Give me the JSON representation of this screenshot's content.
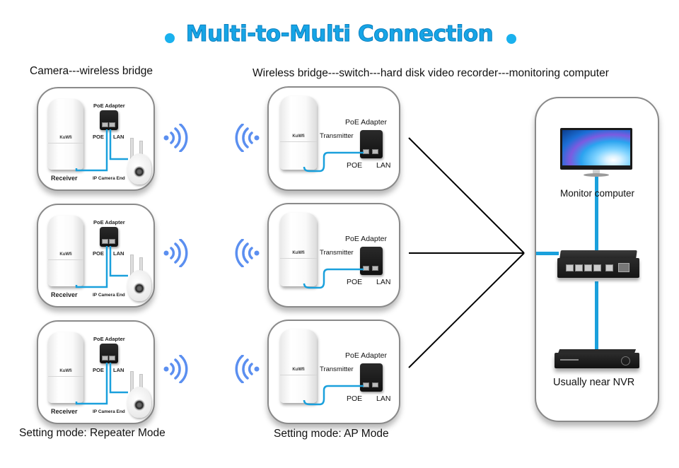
{
  "title": "Multi-to-Multi Connection",
  "colors": {
    "accent": "#16a5e6",
    "cable": "#1aa0dc",
    "wifi": "#5b8ff0",
    "line": "#000000"
  },
  "left_column": {
    "heading": "Camera---wireless bridge",
    "footer": "Setting mode: Repeater Mode",
    "panels": [
      {
        "adapter_label": "PoE Adapter",
        "poe_label": "POE",
        "lan_label": "LAN",
        "receiver_label": "Receiver",
        "camera_label": "IP Camera End",
        "bridge_brand": "KuWfi"
      },
      {
        "adapter_label": "PoE Adapter",
        "poe_label": "POE",
        "lan_label": "LAN",
        "receiver_label": "Receiver",
        "camera_label": "IP Camera End",
        "bridge_brand": "KuWfi"
      },
      {
        "adapter_label": "PoE Adapter",
        "poe_label": "POE",
        "lan_label": "LAN",
        "receiver_label": "Receiver",
        "camera_label": "IP Camera End",
        "bridge_brand": "KuWfi"
      }
    ]
  },
  "middle_column": {
    "heading": "Wireless bridge---switch---hard disk video recorder---monitoring computer",
    "footer": "Setting mode: AP Mode",
    "panels": [
      {
        "adapter_label": "PoE Adapter",
        "transmitter_label": "Transmitter",
        "poe_label": "POE",
        "lan_label": "LAN",
        "bridge_brand": "KuWfi"
      },
      {
        "adapter_label": "PoE Adapter",
        "transmitter_label": "Transmitter",
        "poe_label": "POE",
        "lan_label": "LAN",
        "bridge_brand": "KuWfi"
      },
      {
        "adapter_label": "PoE Adapter",
        "transmitter_label": "Transmitter",
        "poe_label": "POE",
        "lan_label": "LAN",
        "bridge_brand": "KuWfi"
      }
    ]
  },
  "right_panel": {
    "monitor_label": "Monitor computer",
    "nvr_label": "Usually near NVR",
    "devices": [
      "monitor",
      "poe-switch",
      "nvr"
    ]
  },
  "icons": {
    "wifi_out": "wifi-signal-right-icon",
    "wifi_in": "wifi-signal-left-icon"
  }
}
